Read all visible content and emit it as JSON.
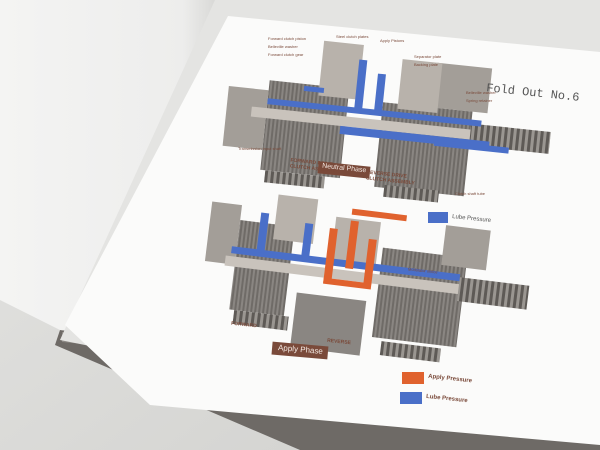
{
  "page": {
    "fold_out_label": "Fold Out No.6",
    "legend": {
      "lube_pressure_top": "Lube Pressure",
      "apply_pressure": "Apply Pressure",
      "lube_pressure_bottom": "Lube Pressure"
    },
    "diagram_labels": {
      "forward_drive_clutch": "FORWARD DRIVE\nCLUTCH ASSEMBLY",
      "reverse_drive_clutch": "REVERSE DRIVE\nCLUTCH ASSEMBLY",
      "neutral_phase": "Neutral Phase",
      "apply_phase": "Apply Phase",
      "forward": "FORWARD",
      "reverse": "REVERSE",
      "modulator_orifice": "Modulator orifice"
    }
  },
  "colors": {
    "lube_blue": "#4a6fc8",
    "apply_orange": "#e0622e",
    "diagram_brown": "#7a4a3a",
    "part_gray": "#8a8682"
  }
}
